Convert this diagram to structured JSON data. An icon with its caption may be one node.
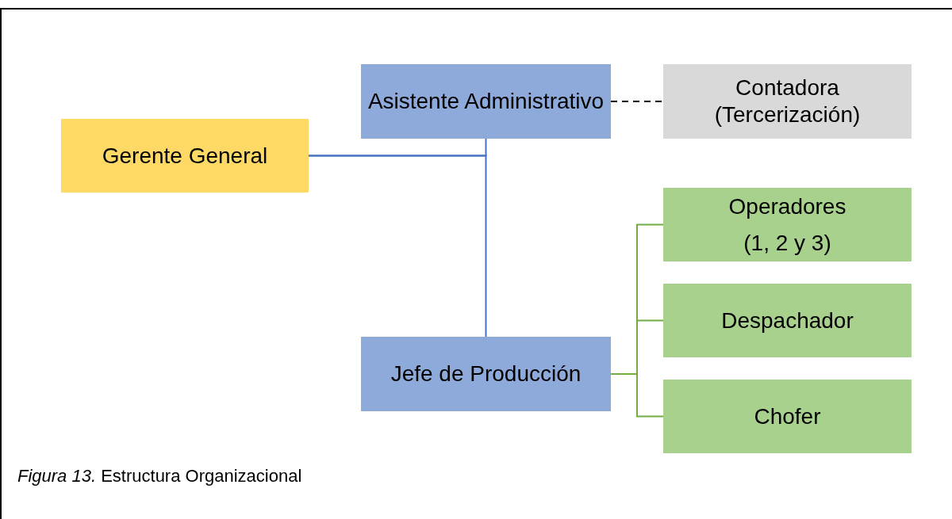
{
  "diagram": {
    "caption": "*Figura 13.* Estructura Organizacional",
    "nodes": [
      {
        "text": [
          "Gerente General"
        ]
      },
      {
        "text": [
          "Asistente Administrativo"
        ]
      },
      {
        "text": [
          "Contadora (Tercerización)"
        ]
      },
      {
        "text": [
          "Jefe de Producción"
        ]
      },
      {
        "text": [
          "Operadores",
          "(1, 2 y 3)"
        ]
      },
      {
        "text": [
          "Despachador"
        ]
      },
      {
        "text": [
          "Chofer"
        ]
      }
    ],
    "edges": [
      {
        "from": 0,
        "to": 1,
        "arrow": "none",
        "color": "#4472c4"
      },
      {
        "from": 0,
        "to": 3,
        "arrow": "none",
        "color": "#4472c4"
      },
      {
        "from": 1,
        "to": 2,
        "arrow": "none",
        "style": "dashed",
        "color": "#000000"
      },
      {
        "from": 3,
        "to": 4,
        "arrow": "none"
      },
      {
        "from": 3,
        "to": 5,
        "arrow": "none"
      },
      {
        "from": 3,
        "to": 6,
        "arrow": "none"
      }
    ]
  }
}
